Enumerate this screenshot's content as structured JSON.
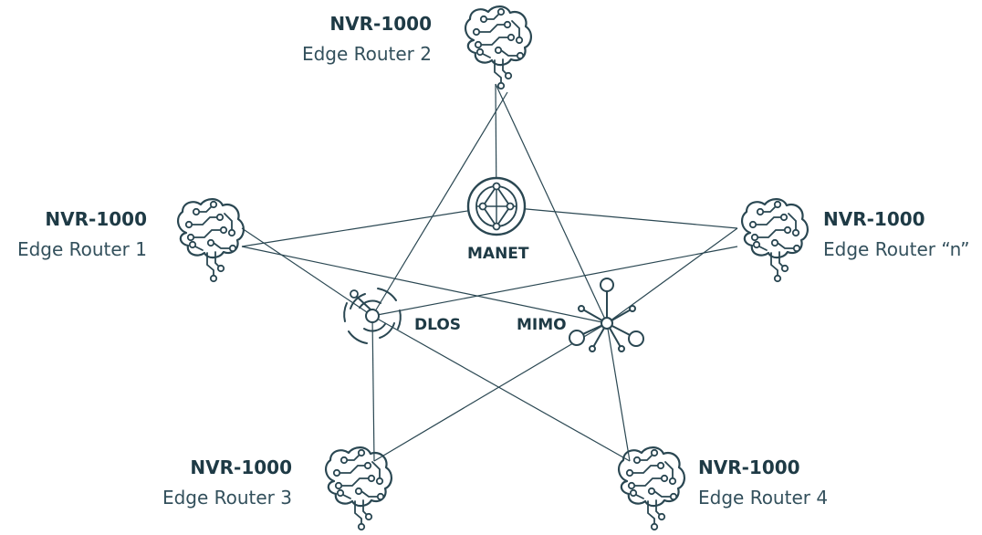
{
  "colors": {
    "ink": "#1e3a45",
    "line": "#2a4752",
    "background": "#ffffff"
  },
  "routers": [
    {
      "id": "r2",
      "model": "NVR-1000",
      "name": "Edge Router 2",
      "icon": "brain-circuit-icon"
    },
    {
      "id": "r1",
      "model": "NVR-1000",
      "name": "Edge Router 1",
      "icon": "brain-circuit-icon"
    },
    {
      "id": "rn",
      "model": "NVR-1000",
      "name": "Edge Router “n”",
      "icon": "brain-circuit-icon"
    },
    {
      "id": "r3",
      "model": "NVR-1000",
      "name": "Edge Router 3",
      "icon": "brain-circuit-icon"
    },
    {
      "id": "r4",
      "model": "NVR-1000",
      "name": "Edge Router 4",
      "icon": "brain-circuit-icon"
    }
  ],
  "technologies": [
    {
      "id": "manet",
      "label": "MANET",
      "icon": "globe-mesh-icon"
    },
    {
      "id": "dlos",
      "label": "DLOS",
      "icon": "radio-signal-icon"
    },
    {
      "id": "mimo",
      "label": "MIMO",
      "icon": "hub-network-icon"
    }
  ],
  "links": [
    [
      "r2",
      "manet"
    ],
    [
      "r2",
      "dlos"
    ],
    [
      "r2",
      "mimo"
    ],
    [
      "r1",
      "manet"
    ],
    [
      "r1",
      "dlos"
    ],
    [
      "r1",
      "mimo"
    ],
    [
      "rn",
      "manet"
    ],
    [
      "rn",
      "dlos"
    ],
    [
      "rn",
      "mimo"
    ],
    [
      "r3",
      "dlos"
    ],
    [
      "r3",
      "mimo"
    ],
    [
      "r4",
      "dlos"
    ],
    [
      "r4",
      "mimo"
    ]
  ]
}
